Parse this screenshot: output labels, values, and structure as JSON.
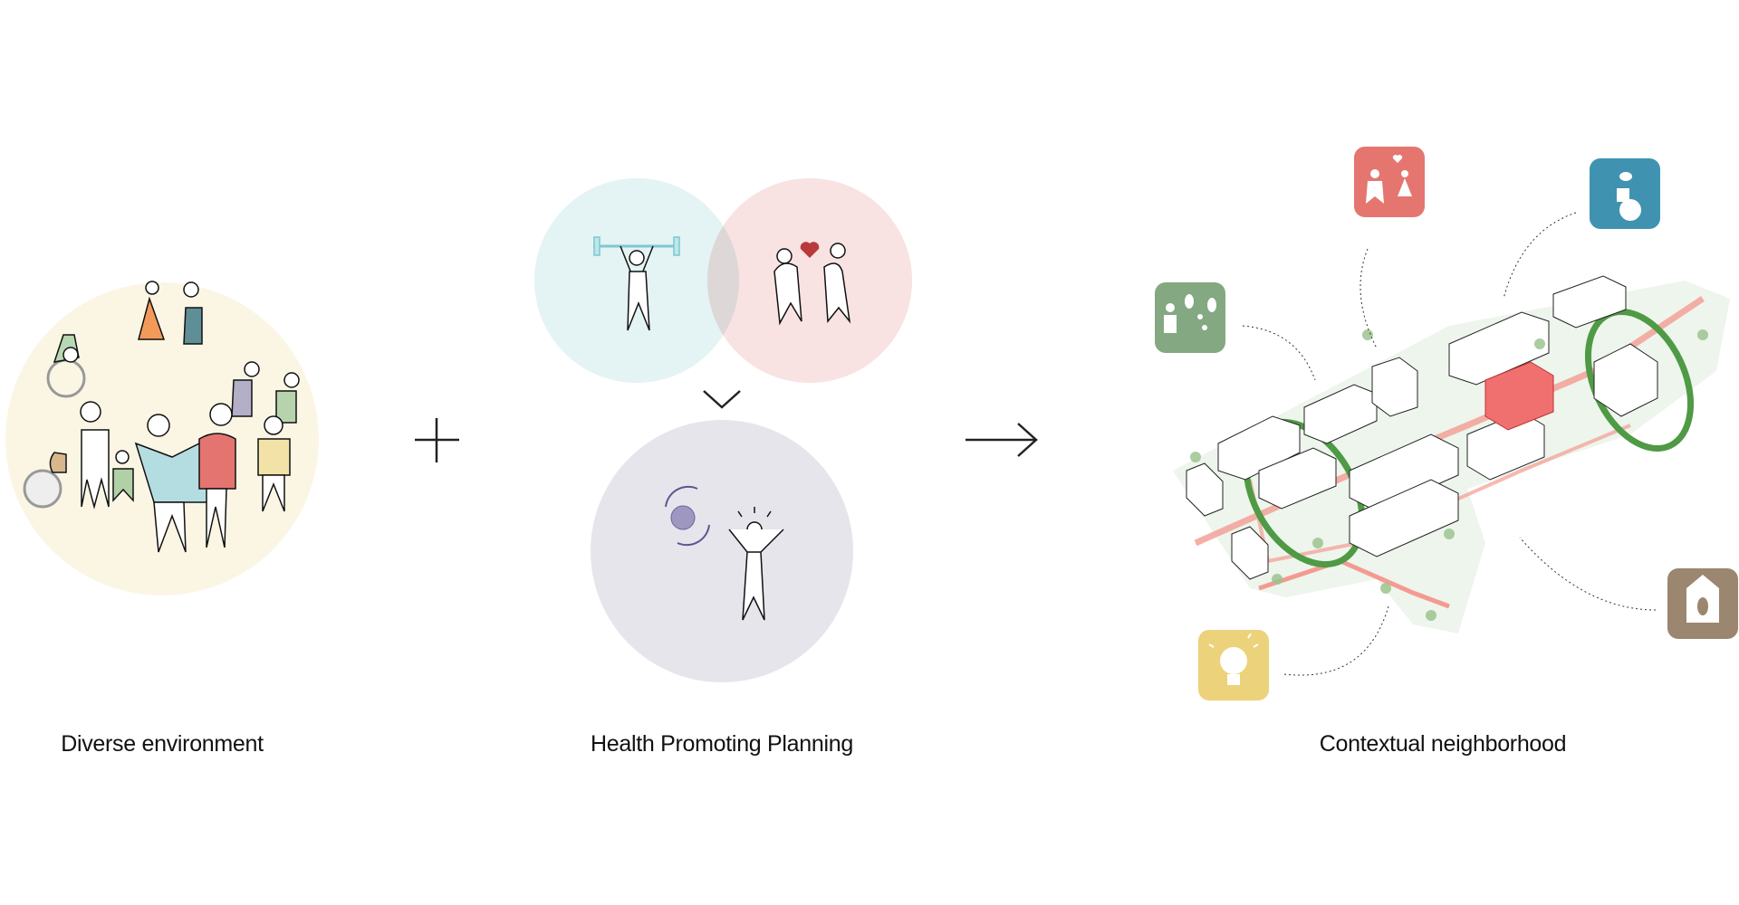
{
  "labels": {
    "diverse": "Diverse environment",
    "health": "Health Promoting Planning",
    "contextual": "Contextual neighborhood"
  },
  "colors": {
    "diverse_bg": "#fbf6e4",
    "activity_bg": "#e4f3f3",
    "social_bg": "#f8e2e2",
    "mental_bg": "#e6e5ec",
    "icon_social": "#e4766f",
    "icon_accessibility": "#3f93b0",
    "icon_nature": "#84a882",
    "icon_home": "#9b8670",
    "icon_idea": "#ecd27a",
    "path": "#f39b92",
    "green_loop": "#4f9a45"
  },
  "icons": [
    "weightlifter-icon",
    "hearts-people-icon",
    "ball-rotate-icon",
    "plus-icon",
    "chevron-down-icon",
    "arrow-right-icon",
    "social-icon",
    "accessibility-icon",
    "nature-play-icon",
    "home-leaf-icon",
    "lightbulb-icon"
  ]
}
